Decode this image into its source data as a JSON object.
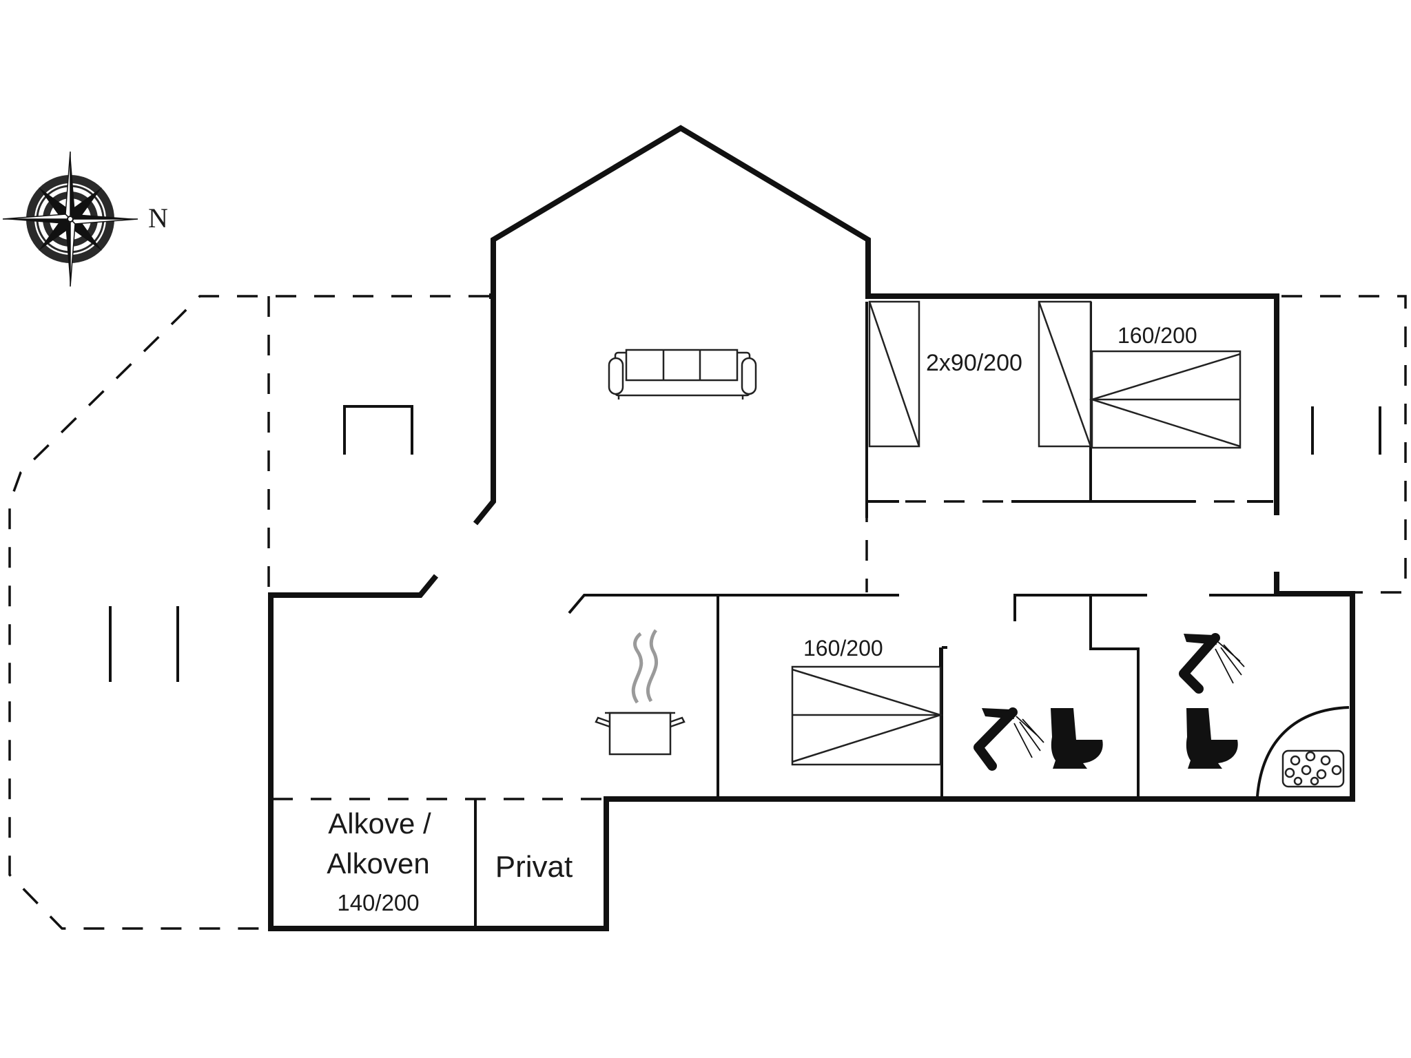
{
  "compass": {
    "north_label": "N"
  },
  "labels": {
    "bedroom_twin": "2x90/200",
    "bedroom_double_top": "160/200",
    "bedroom_double_bottom": "160/200",
    "alcove_line1": "Alkove /",
    "alcove_line2": "Alkoven",
    "alcove_bed": "140/200",
    "private_room": "Privat"
  },
  "icons": [
    "compass-rose-icon",
    "sofa-icon",
    "cooking-pot-icon",
    "shower-icon",
    "toilet-icon",
    "spa-bath-icon",
    "bed-icon"
  ]
}
